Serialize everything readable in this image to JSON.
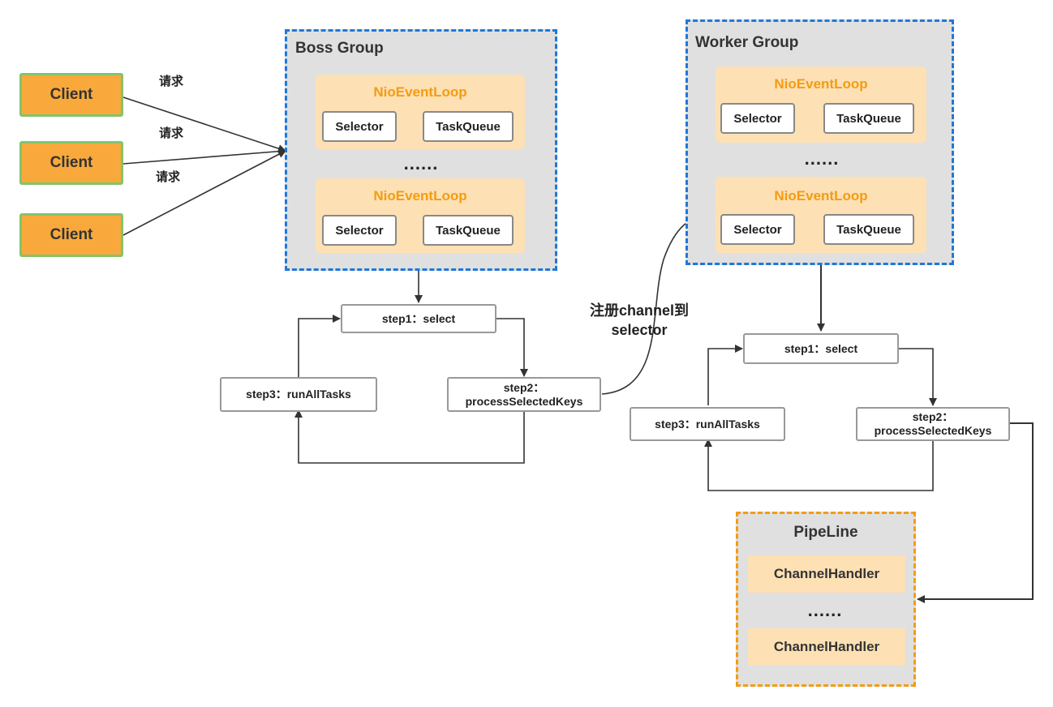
{
  "clients": {
    "client1": "Client",
    "client2": "Client",
    "client3": "Client"
  },
  "requests": {
    "req1": "请求",
    "req2": "请求",
    "req3": "请求"
  },
  "boss_group": {
    "title": "Boss Group",
    "loop1": {
      "title": "NioEventLoop",
      "selector": "Selector",
      "task_queue": "TaskQueue"
    },
    "dots": "......",
    "loop2": {
      "title": "NioEventLoop",
      "selector": "Selector",
      "task_queue": "TaskQueue"
    }
  },
  "boss_steps": {
    "step1": "step1：select",
    "step2_line1": "step2：",
    "step2_line2": "processSelectedKeys",
    "step3": "step3：runAllTasks"
  },
  "register_label": {
    "line1": "注册channel到",
    "line2": "selector"
  },
  "worker_group": {
    "title": "Worker Group",
    "loop1": {
      "title": "NioEventLoop",
      "selector": "Selector",
      "task_queue": "TaskQueue"
    },
    "dots": "......",
    "loop2": {
      "title": "NioEventLoop",
      "selector": "Selector",
      "task_queue": "TaskQueue"
    }
  },
  "worker_steps": {
    "step1": "step1：select",
    "step2_line1": "step2：",
    "step2_line2": "processSelectedKeys",
    "step3": "step3：runAllTasks"
  },
  "pipeline": {
    "title": "PipeLine",
    "handler1": "ChannelHandler",
    "dots": "......",
    "handler2": "ChannelHandler"
  },
  "colors": {
    "client_fill": "#f9a93c",
    "client_border": "#82c46c",
    "group_border": "#1f78d8",
    "group_fill": "#e0e0e0",
    "loop_fill": "#fde0b4",
    "loop_title": "#f39c12",
    "pipeline_border": "#f39c12"
  }
}
